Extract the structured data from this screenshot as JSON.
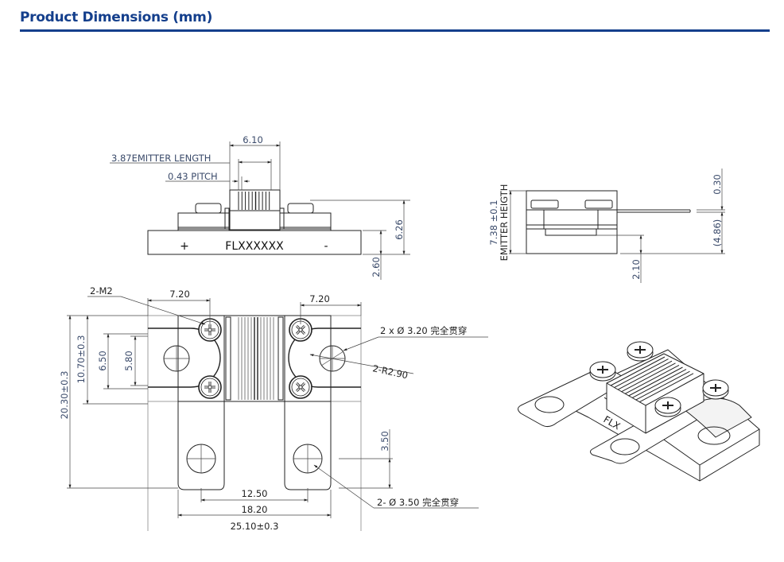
{
  "header": {
    "title": "Product Dimensions (mm)",
    "accent_color": "#143f8c"
  },
  "front_view": {
    "width_heatsink": "6.10",
    "emitter_length": "3.87EMITTER LENGTH",
    "pitch": "0.43 PITCH",
    "height_total": "6.26",
    "base_height": "2.60",
    "part_number": "FLXXXXXX",
    "plus_sign": "+",
    "minus_sign": "-"
  },
  "side_view": {
    "emitter_height": "7.38 ±0.1",
    "emitter_height_label": "EMITTER HEIGTH",
    "tab_thickness": "0.30",
    "tab_height_ref": "(4.86)",
    "base_offset": "2.10"
  },
  "top_view": {
    "screw_callout": "2-M2",
    "left_screw_offset": "7.20",
    "right_screw_offset": "7.20",
    "total_height": "20.30±0.3",
    "body_height": "10.70±0.3",
    "tab_width_outer": "6.50",
    "tab_width_inner": "5.80",
    "hole_callout_small": "2 x Ø 3.20 完全贯穿",
    "radius_callout": "2-R2.90",
    "hole_offset": "3.50",
    "hole_spacing": "12.50",
    "tab_span": "18.20",
    "total_width": "25.10±0.3",
    "hole_callout_large": "2- Ø 3.50 完全贯穿"
  },
  "iso_view": {
    "part_label_partial": "FLX"
  }
}
